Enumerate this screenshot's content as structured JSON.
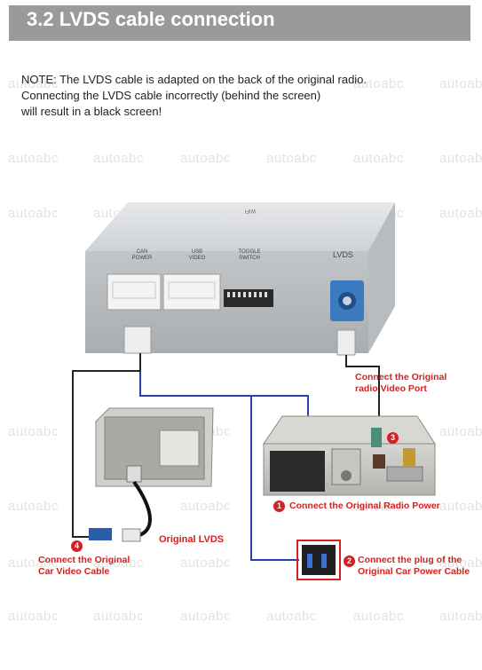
{
  "header": {
    "title": "3.2 LVDS cable connection"
  },
  "note": {
    "lines": [
      "NOTE: The LVDS cable is adapted on the back of the original radio.",
      "Connecting the LVDS cable incorrectly (behind the screen)",
      "will result in a black screen!"
    ]
  },
  "watermark": "autoabc",
  "box": {
    "top_text": "WIFI",
    "ports": {
      "can_power": [
        "CAN",
        "POWER"
      ],
      "usb_video": [
        "USB",
        "VIDEO"
      ],
      "toggle_switch": [
        "TOGGLE",
        "SWITCH"
      ],
      "lvds": "LVDS"
    }
  },
  "callouts": {
    "video_port": [
      "Connect the Original",
      "radio Video Port"
    ],
    "radio_power": {
      "number": "1",
      "text": "Connect the Original Radio Power"
    },
    "car_power": {
      "number": "2",
      "lines": [
        "Connect the plug of the",
        "Original Car Power Cable"
      ]
    },
    "video_port_number": "3",
    "car_video": {
      "number": "4",
      "lines": [
        "Connect the Original",
        "Car Video Cable"
      ]
    },
    "original_lvds": "Original LVDS"
  },
  "colors": {
    "header_bg": "#9a9a9a",
    "accent_red": "#d42020",
    "wire_blue": "#2b3fb0",
    "wire_black": "#222222",
    "lvds_blue": "#3a7bbf"
  }
}
